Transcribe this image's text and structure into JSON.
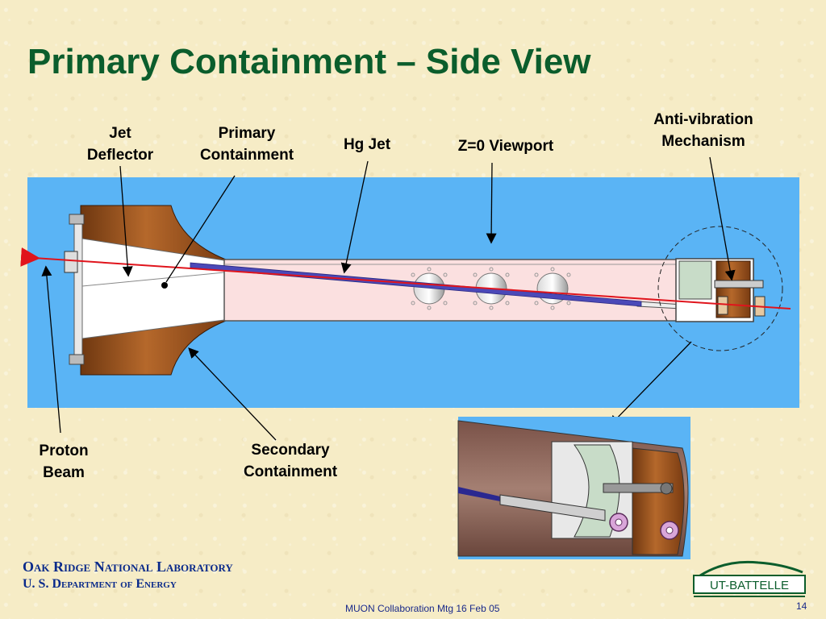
{
  "title": "Primary Containment – Side View",
  "labels": {
    "jet_deflector": "Jet\nDeflector",
    "primary_containment": "Primary\nContainment",
    "hg_jet": "Hg Jet",
    "viewport": "Z=0 Viewport",
    "anti_vibration": "Anti-vibration\nMechanism",
    "proton_beam": "Proton\nBeam",
    "secondary_containment": "Secondary\nContainment"
  },
  "organization": {
    "line1": "Oak Ridge National Laboratory",
    "line2": "U. S. Department of Energy"
  },
  "logo_text": "UT-BATTELLE",
  "footer": "MUON Collaboration Mtg 16 Feb 05",
  "page_number": "14",
  "colors": {
    "title": "#0b5d2c",
    "background_panel": "#5ab4f5",
    "primary_containment_fill": "#fbe0e0",
    "secondary_containment_fill": "#8b4513",
    "hg_jet": "#4b49b8",
    "proton_beam": "#e0141c",
    "org_text": "#0a2a8a"
  }
}
